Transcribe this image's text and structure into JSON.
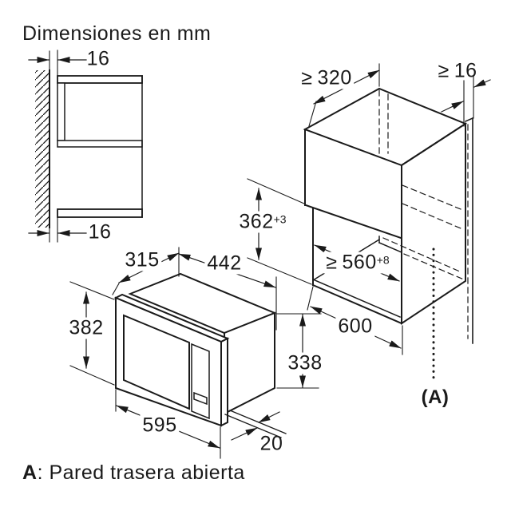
{
  "title": "Dimensiones en mm",
  "footnote": {
    "label": "A",
    "text": ": Pared trasera abierta"
  },
  "callout": "(A)",
  "colors": {
    "ink": "#1a1a1a",
    "paper": "#ffffff"
  },
  "wall_detail": {
    "gap_top": "16",
    "gap_bottom": "16"
  },
  "microwave": {
    "depth": "315",
    "width": "442",
    "height": "382",
    "front_width": "595",
    "front_protrusion": "20",
    "body_height": "338"
  },
  "cabinet": {
    "top_depth_min": {
      "prefix": "≥",
      "value": "320"
    },
    "rear_gap_min": {
      "prefix": "≥",
      "value": "16"
    },
    "niche_height": {
      "value": "362",
      "sup": "+3"
    },
    "niche_width_min": {
      "prefix": "≥",
      "value": "560",
      "sup": "+8"
    },
    "width": "600"
  }
}
